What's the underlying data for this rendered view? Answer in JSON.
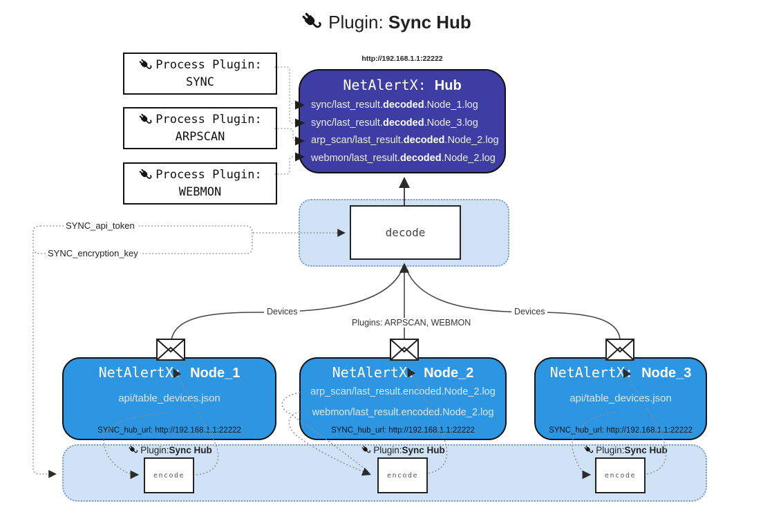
{
  "title": {
    "prefix": "Plugin: ",
    "bold": "Sync Hub"
  },
  "process_plugins": [
    {
      "label": "Process Plugin:",
      "name": "SYNC"
    },
    {
      "label": "Process Plugin:",
      "name": "ARPSCAN"
    },
    {
      "label": "Process Plugin:",
      "name": "WEBMON"
    }
  ],
  "hub": {
    "url": "http://192.168.1.1:22222",
    "name": "NetAlertX: ",
    "name_bold": "Hub",
    "logs": [
      {
        "prefix": "sync/last_result.",
        "bold": "decoded",
        "suffix": ".Node_1.log"
      },
      {
        "prefix": "sync/last_result.",
        "bold": "decoded",
        "suffix": ".Node_3.log"
      },
      {
        "prefix": "arp_scan/last_result.",
        "bold": "decoded",
        "suffix": ".Node_2.log"
      },
      {
        "prefix": "webmon/last_result.",
        "bold": "decoded",
        "suffix": ".Node_2.log"
      }
    ]
  },
  "decode_box": {
    "label": "decode"
  },
  "secrets": {
    "api_token": "SYNC_api_token",
    "encryption_key": "SYNC_encryption_key"
  },
  "edge_labels": {
    "devices_left": "Devices",
    "plugins": "Plugins: ARPSCAN, WEBMON",
    "devices_right": "Devices"
  },
  "nodes": [
    {
      "name": "NetAlertX: ",
      "name_bold": "Node_1",
      "line1": "api/table_devices.json",
      "line2": "",
      "hub_url": "SYNC_hub_url: http://192.168.1.1:22222"
    },
    {
      "name": "NetAlertX: ",
      "name_bold": "Node_2",
      "line1": "arp_scan/last_result.encoded.Node_2.log",
      "line2": "webmon/last_result.encoded.Node_2.log",
      "hub_url": "SYNC_hub_url: http://192.168.1.1:22222"
    },
    {
      "name": "NetAlertX: ",
      "name_bold": "Node_3",
      "line1": "api/table_devices.json",
      "line2": "",
      "hub_url": "SYNC_hub_url: http://192.168.1.1:22222"
    }
  ],
  "encoders": [
    {
      "label_prefix": "Plugin: ",
      "label_bold": "Sync Hub",
      "encode": "encode"
    },
    {
      "label_prefix": "Plugin: ",
      "label_bold": "Sync Hub",
      "encode": "encode"
    },
    {
      "label_prefix": "Plugin: ",
      "label_bold": "Sync Hub",
      "encode": "encode"
    }
  ],
  "colors": {
    "hub_fill": "#3d3da4",
    "node_fill": "#2d96e3",
    "panel_fill": "#cfe2f6",
    "panel_border": "#7e9cc0"
  }
}
